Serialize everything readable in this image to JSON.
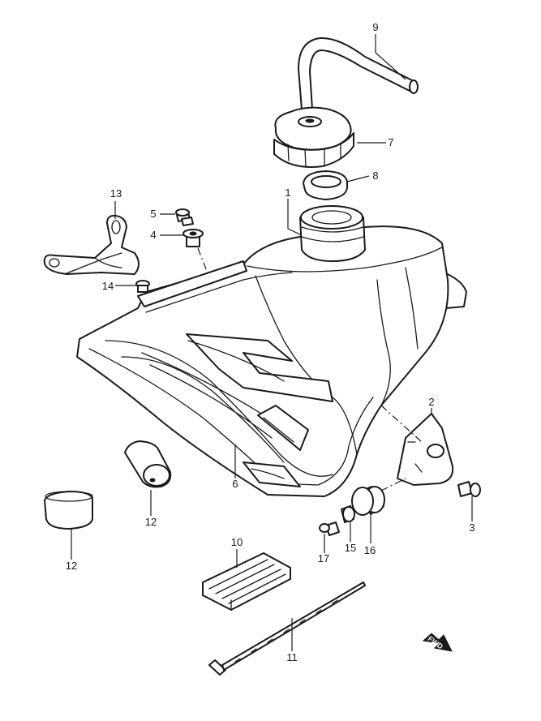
{
  "callouts": {
    "c1": "1",
    "c2": "2",
    "c3": "3",
    "c4": "4",
    "c5": "5",
    "c6": "6",
    "c7": "7",
    "c8": "8",
    "c9": "9",
    "c10": "10",
    "c11": "11",
    "c12a": "12",
    "c12b": "12",
    "c13": "13",
    "c14": "14",
    "c15": "15",
    "c16": "16",
    "c17": "17"
  },
  "fwd_label": "FWD"
}
